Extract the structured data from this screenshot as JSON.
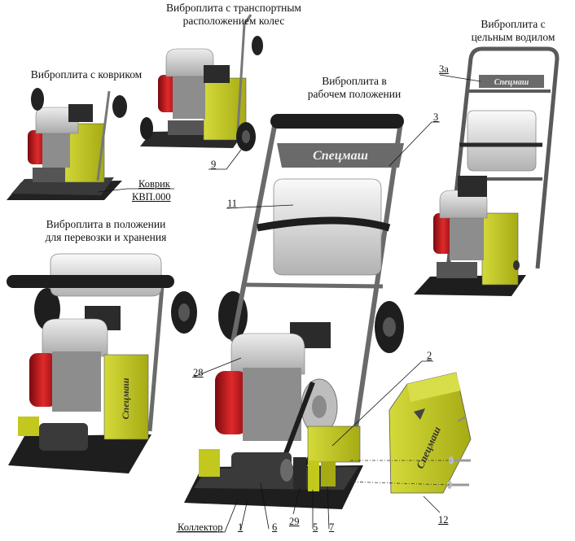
{
  "captions": {
    "with_mat": "Виброплита с ковриком",
    "transport_wheels": "Виброплита с транспортным\nрасположением колес",
    "working_position": "Виброплита в\nрабочем положении",
    "solid_handle": "Виброплита с\nцельным водилом",
    "transport_storage": "Виброплита в положении\nдля перевозки и хранения"
  },
  "callouts": {
    "mat_line1": "Коврик",
    "mat_line2": "КВП.000",
    "p3a": "3а",
    "p3": "3",
    "p9": "9",
    "p11": "11",
    "p28": "28",
    "p2": "2",
    "p12": "12",
    "collector": "Коллектор",
    "p1": "1",
    "p6": "6",
    "p29": "29",
    "p5": "5",
    "p7": "7"
  },
  "brand": {
    "logo_text": "Спецмаш"
  },
  "colors": {
    "frame_yellow": "#c2c81e",
    "engine_red": "#c8141e",
    "tank_grey": "#c7c7c7",
    "base_dark": "#1e1e1e"
  }
}
